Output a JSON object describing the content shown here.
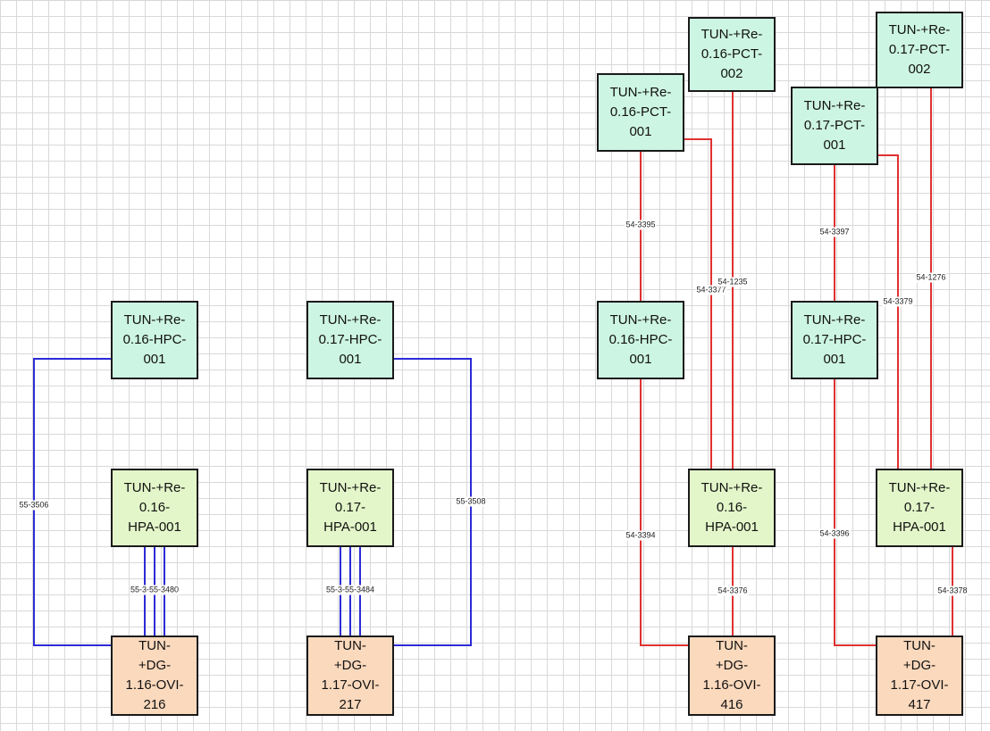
{
  "colors": {
    "blue_wire": "#2b2bd6",
    "red_wire": "#e03131",
    "teal_box": "#cdf5e3",
    "lime_box": "#e3f6c9",
    "peach_box": "#fbd9bd"
  },
  "nodes": {
    "hpc_016_a": "TUN-+Re-\n0.16-HPC-\n001",
    "hpa_016_a": "TUN-+Re-\n0.16-\nHPA-001",
    "ovi_216": "TUN-\n+DG-\n1.16-OVI-\n216",
    "hpc_017_a": "TUN-+Re-\n0.17-HPC-\n001",
    "hpa_017_a": "TUN-+Re-\n0.17-\nHPA-001",
    "ovi_217": "TUN-\n+DG-\n1.17-OVI-\n217",
    "pct_016_001": "TUN-+Re-\n0.16-PCT-\n001",
    "pct_016_002": "TUN-+Re-\n0.16-PCT-\n002",
    "hpc_016_b": "TUN-+Re-\n0.16-HPC-\n001",
    "hpa_016_b": "TUN-+Re-\n0.16-\nHPA-001",
    "ovi_416": "TUN-\n+DG-\n1.16-OVI-\n416",
    "pct_017_001": "TUN-+Re-\n0.17-PCT-\n001",
    "pct_017_002": "TUN-+Re-\n0.17-PCT-\n002",
    "hpc_017_b": "TUN-+Re-\n0.17-HPC-\n001",
    "hpa_017_b": "TUN-+Re-\n0.17-\nHPA-001",
    "ovi_417": "TUN-\n+DG-\n1.17-OVI-\n417"
  },
  "connections": {
    "c_55_3506": "55-3506",
    "c_55_3480": "55-3-55-3480",
    "c_55_3508": "55-3508",
    "c_55_3484": "55-3-55-3484",
    "c_54_3395": "54-3395",
    "c_54_3377": "54-3377",
    "c_54_1235": "54-1235",
    "c_54_3394": "54-3394",
    "c_54_3376": "54-3376",
    "c_54_3397": "54-3397",
    "c_54_3379": "54-3379",
    "c_54_1276": "54-1276",
    "c_54_3396": "54-3396",
    "c_54_3378": "54-3378"
  }
}
